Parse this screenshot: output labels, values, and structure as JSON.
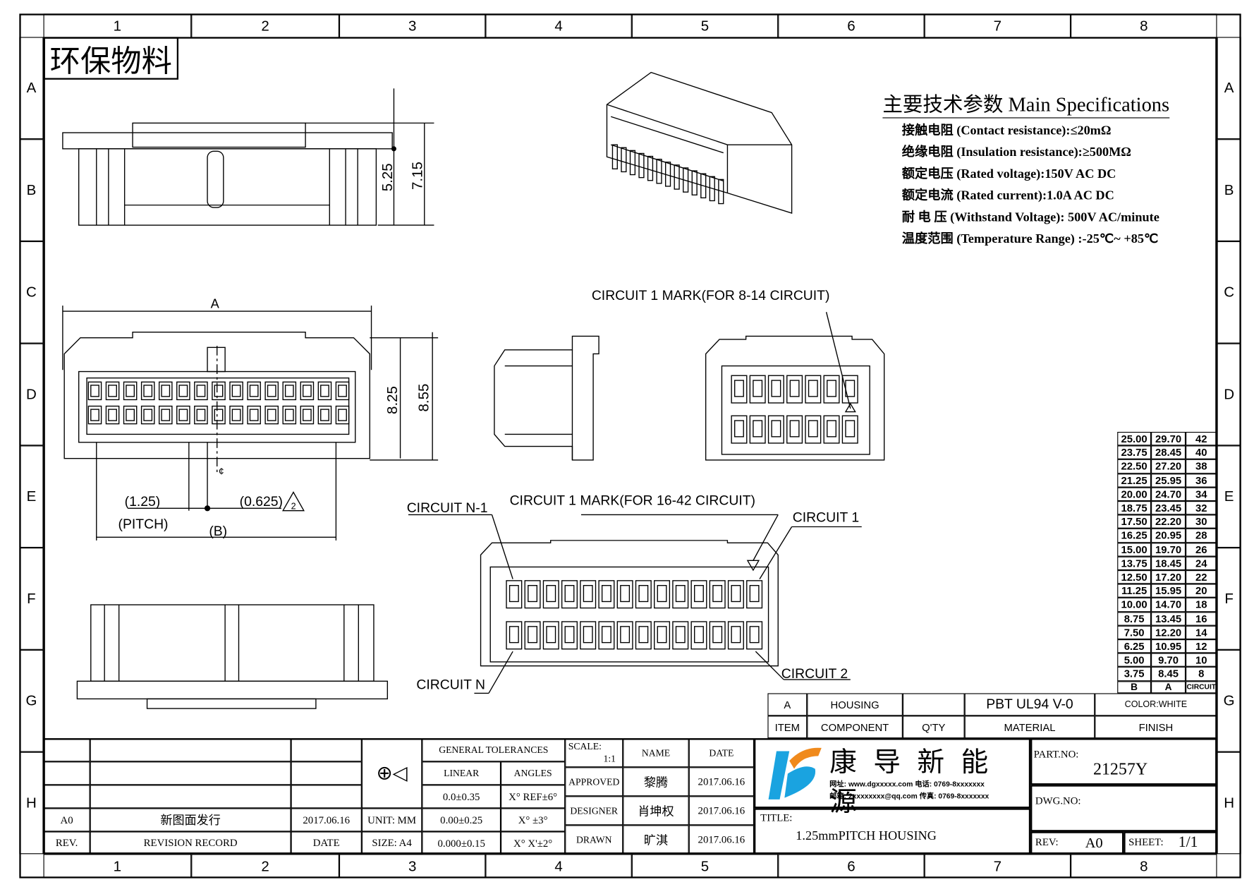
{
  "frame": {
    "columns": [
      "1",
      "2",
      "3",
      "4",
      "5",
      "6",
      "7",
      "8"
    ],
    "rows": [
      "A",
      "B",
      "C",
      "D",
      "E",
      "F",
      "G",
      "H"
    ]
  },
  "stamp": "环保物料",
  "specs": {
    "title": "主要技术参数 Main Specifications",
    "items": [
      "接触电阻 (Contact resistance):≤20mΩ",
      "绝缘电阻 (Insulation resistance):≥500MΩ",
      "额定电压 (Rated voltage):150V AC DC",
      "额定电流 (Rated current):1.0A AC DC",
      "耐 电 压 (Withstand Voltage): 500V AC/minute",
      "温度范围 (Temperature Range) :-25℃~ +85℃"
    ]
  },
  "dims": {
    "d525": "5.25",
    "d715": "7.15",
    "A": "A",
    "d825": "8.25",
    "d855": "8.55",
    "pitch": "(1.25)",
    "pitch_label": "(PITCH)",
    "half": "(0.625)",
    "B": "(B)",
    "note": "2",
    "cl": "¢"
  },
  "callouts": {
    "mark_8_14": "CIRCUIT 1 MARK(FOR 8-14 CIRCUIT)",
    "mark_16_42": "CIRCUIT 1 MARK(FOR 16-42 CIRCUIT)",
    "n1": "CIRCUIT N-1",
    "c1": "CIRCUIT 1",
    "n": "CIRCUIT N",
    "c2": "CIRCUIT 2"
  },
  "circuit_table": {
    "headers": [
      "B",
      "A",
      "CIRCUIT"
    ],
    "rows": [
      [
        "25.00",
        "29.70",
        "42"
      ],
      [
        "23.75",
        "28.45",
        "40"
      ],
      [
        "22.50",
        "27.20",
        "38"
      ],
      [
        "21.25",
        "25.95",
        "36"
      ],
      [
        "20.00",
        "24.70",
        "34"
      ],
      [
        "18.75",
        "23.45",
        "32"
      ],
      [
        "17.50",
        "22.20",
        "30"
      ],
      [
        "16.25",
        "20.95",
        "28"
      ],
      [
        "15.00",
        "19.70",
        "26"
      ],
      [
        "13.75",
        "18.45",
        "24"
      ],
      [
        "12.50",
        "17.20",
        "22"
      ],
      [
        "11.25",
        "15.95",
        "20"
      ],
      [
        "10.00",
        "14.70",
        "18"
      ],
      [
        "8.75",
        "13.45",
        "16"
      ],
      [
        "7.50",
        "12.20",
        "14"
      ],
      [
        "6.25",
        "10.95",
        "12"
      ],
      [
        "5.00",
        "9.70",
        "10"
      ],
      [
        "3.75",
        "8.45",
        "8"
      ]
    ]
  },
  "bom": {
    "item": "A",
    "component": "HOUSING",
    "qty": "",
    "material": "PBT UL94 V-0",
    "finish": "COLOR:WHITE",
    "headers": {
      "item": "ITEM",
      "component": "COMPONENT",
      "qty": "Q'TY",
      "material": "MATERIAL",
      "finish": "FINISH"
    }
  },
  "revision": {
    "rev": "A0",
    "record": "新图面发行",
    "date": "2017.06.16",
    "headers": {
      "rev": "REV.",
      "record": "REVISION RECORD",
      "date": "DATE"
    }
  },
  "tolerances": {
    "title": "GENERAL TOLERANCES",
    "linear": "LINEAR",
    "angles": "ANGLES",
    "unit": "UNIT: MM",
    "size": "SIZE: A4",
    "rows": [
      [
        "0.0±0.35",
        "X° REF±6°"
      ],
      [
        "0.00±0.25",
        "X° ±3°"
      ],
      [
        "0.000±0.15",
        "X° X'±2°"
      ]
    ]
  },
  "approvals": {
    "scale": "SCALE:",
    "scale_value": "1:1",
    "name": "NAME",
    "date": "DATE",
    "rows": [
      [
        "APPROVED",
        "黎腾",
        "2017.06.16"
      ],
      [
        "DESIGNER",
        "肖坤权",
        "2017.06.16"
      ],
      [
        "DRAWN",
        "旷淇",
        "2017.06.16"
      ]
    ]
  },
  "company": {
    "name": "康 导 新 能 源",
    "line1": "网址: www.dgxxxxx.com  电话: 0769-8xxxxxxx",
    "line2": "邮箱: 2xxxxxxxx@qq.com  传真: 0769-8xxxxxxx",
    "colors": {
      "blue": "#1aa3e0",
      "orange": "#f08a1c"
    }
  },
  "title": {
    "label": "TITLE:",
    "value": "1.25mmPITCH HOUSING"
  },
  "part": {
    "label": "PART.NO:",
    "value": "21257Y",
    "dwg_label": "DWG.NO:",
    "dwg_value": "",
    "rev_label": "REV:",
    "rev_value": "A0",
    "sheet_label": "SHEET:",
    "sheet_value": "1/1"
  }
}
